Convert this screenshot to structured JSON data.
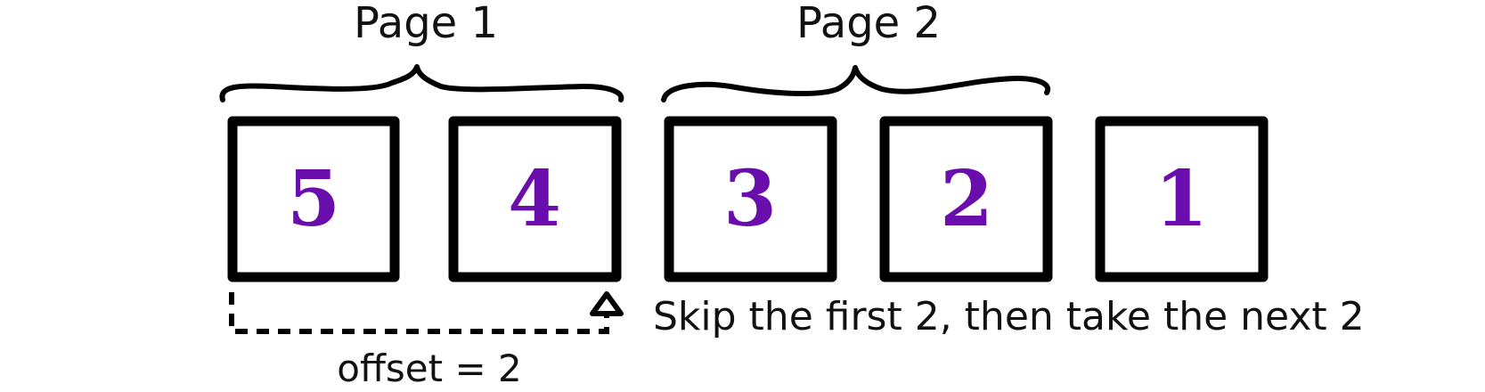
{
  "pages": [
    {
      "label": "Page 1"
    },
    {
      "label": "Page 2"
    }
  ],
  "items": [
    "5",
    "4",
    "3",
    "2",
    "1"
  ],
  "caption": "Skip the first 2, then take the next 2",
  "offset_label": "offset = 2",
  "colors": {
    "number": "#6a0dad",
    "stroke": "#000000",
    "background": "#ffffff"
  }
}
